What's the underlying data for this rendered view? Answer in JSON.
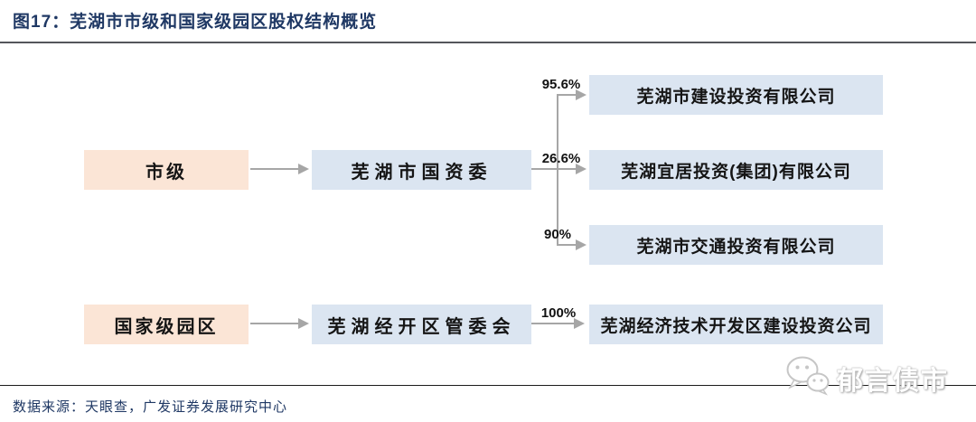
{
  "figure": {
    "title": "图17：芜湖市市级和国家级园区股权结构概览",
    "source": "数据来源：天眼查，广发证券发展研究中心"
  },
  "org_chart": {
    "groups": [
      {
        "category": "市级",
        "authority": "芜湖市国资委",
        "holdings": [
          {
            "company": "芜湖市建设投资有限公司",
            "stake": "95.6%"
          },
          {
            "company": "芜湖宜居投资(集团)有限公司",
            "stake": "26.6%"
          },
          {
            "company": "芜湖市交通投资有限公司",
            "stake": "90%"
          }
        ]
      },
      {
        "category": "国家级园区",
        "authority": "芜湖经开区管委会",
        "holdings": [
          {
            "company": "芜湖经济技术开发区建设投资公司",
            "stake": "100%"
          }
        ]
      }
    ]
  },
  "watermark": {
    "text": "郁言债市",
    "icon": "wechat-logo-icon"
  },
  "colors": {
    "title_text": "#1F3864",
    "category_box": "#FBE5D6",
    "entity_box": "#DBE5F1",
    "arrow": "#A6A6A6",
    "stake_text": "#111111",
    "source_text": "#1F3864",
    "rule": "#54565B"
  }
}
